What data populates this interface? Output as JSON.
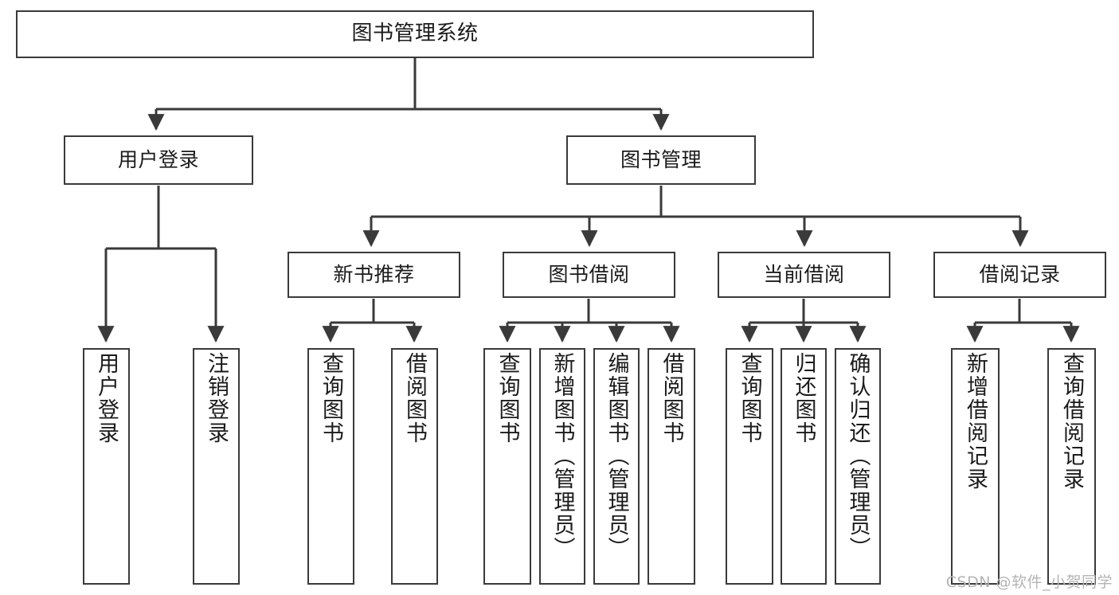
{
  "diagram": {
    "type": "tree-hierarchy-chart",
    "title": "图书管理系统",
    "line_color": "#3a3a3a",
    "box_fill": "#ffffff",
    "text_color": "#1b1b1b",
    "nodes": {
      "root": {
        "label": "图书管理系统"
      },
      "level2": [
        {
          "id": "user-login",
          "label": "用户登录"
        },
        {
          "id": "book-management",
          "label": "图书管理"
        }
      ],
      "level3": [
        {
          "id": "new-book-recommend",
          "label": "新书推荐"
        },
        {
          "id": "book-borrow",
          "label": "图书借阅"
        },
        {
          "id": "current-borrow",
          "label": "当前借阅"
        },
        {
          "id": "borrow-record",
          "label": "借阅记录"
        }
      ],
      "leaves": [
        {
          "id": "leaf-user-login",
          "label": "用户登录"
        },
        {
          "id": "leaf-logout-login",
          "label": "注销登录"
        },
        {
          "id": "leaf-query-book-1",
          "label": "查询图书"
        },
        {
          "id": "leaf-borrow-book-1",
          "label": "借阅图书"
        },
        {
          "id": "leaf-query-book-2",
          "label": "查询图书"
        },
        {
          "id": "leaf-add-book-admin",
          "label": "新增图书（管理员）"
        },
        {
          "id": "leaf-edit-book-admin",
          "label": "编辑图书（管理员）"
        },
        {
          "id": "leaf-borrow-book-2",
          "label": "借阅图书"
        },
        {
          "id": "leaf-query-book-3",
          "label": "查询图书"
        },
        {
          "id": "leaf-return-book",
          "label": "归还图书"
        },
        {
          "id": "leaf-confirm-return-admin",
          "label": "确认归还（管理员）"
        },
        {
          "id": "leaf-add-borrow-record",
          "label": "新增借阅记录"
        },
        {
          "id": "leaf-query-borrow-record",
          "label": "查询借阅记录"
        }
      ]
    }
  },
  "watermark": {
    "text": "CSDN @软件_小贺同学"
  }
}
